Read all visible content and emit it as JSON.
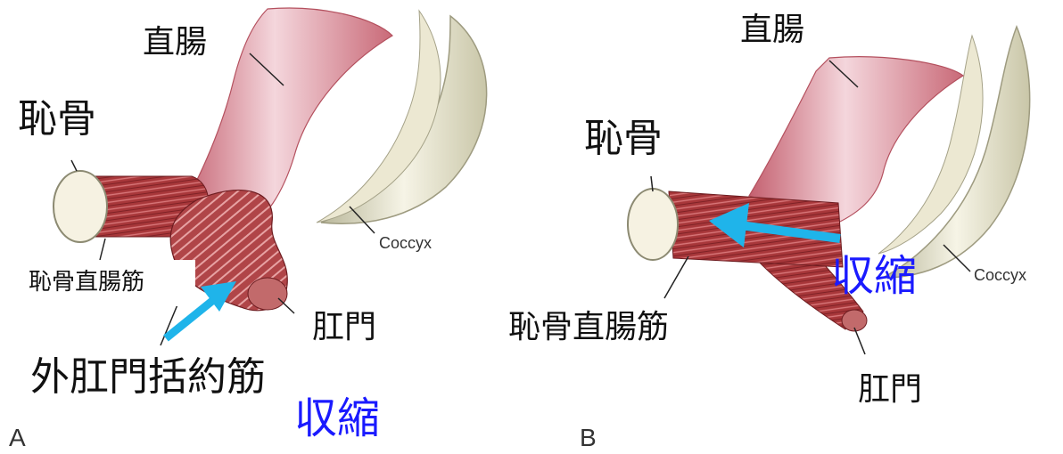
{
  "panel_a": {
    "panel_letter": "A",
    "rectum_label": "直腸",
    "pubis_label": "恥骨",
    "puborectalis_label": "恥骨直腸筋",
    "anus_label": "肛門",
    "external_sphincter_label": "外肛門括約筋",
    "coccyx_label": "Coccyx",
    "contraction_label": "収縮"
  },
  "panel_b": {
    "panel_letter": "B",
    "rectum_label": "直腸",
    "pubis_label": "恥骨",
    "puborectalis_label": "恥骨直腸筋",
    "anus_label": "肛門",
    "coccyx_label": "Coccyx",
    "contraction_label": "収縮"
  },
  "colors": {
    "arrow": "#1fb4ea",
    "contraction_text": "#1a1aff",
    "muscle": "#a8373a",
    "rectum": "#d98a96",
    "bone": "#f3eedc"
  }
}
